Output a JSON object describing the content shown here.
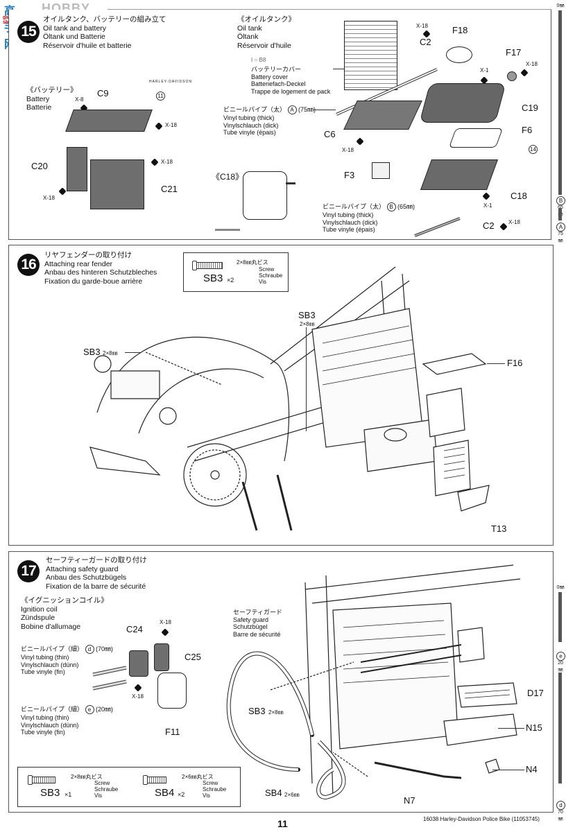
{
  "watermark": {
    "logo_cn": "高手网",
    "text": "HOBBY SEARCH",
    "sub": "gao-shou.com"
  },
  "step15": {
    "number": "15",
    "title_jp": "オイルタンク、バッテリーの組み立て",
    "title_en": "Oil tank and battery",
    "title_de": "Öltank und Batterie",
    "title_fr": "Réservoir d'huile et batterie",
    "battery": {
      "jp": "《バッテリー》",
      "en": "Battery",
      "de": "Batterie"
    },
    "decal_text": "HARLEY-DAVIDSON",
    "decal_no": "11",
    "oil_tank": {
      "jp": "《オイルタンク》",
      "en": "Oil tank",
      "de": "Öltank",
      "fr": "Réservoir d'huile"
    },
    "battery_cover": {
      "tag": "I ○ B8",
      "jp": "バッテリーカバー",
      "en": "Battery cover",
      "de": "Batteriefach-Deckel",
      "fr": "Trappe de logement de pack"
    },
    "tube_a": {
      "jp": "ビニールパイプ（太）",
      "code": "A",
      "len": "(75㎜)",
      "en": "Vinyl tubing (thick)",
      "de": "Vinylschlauch (dick)",
      "fr": "Tube vinyle (épais)"
    },
    "tube_b": {
      "jp": "ビニールパイプ（太）",
      "code": "B",
      "len": "(65㎜)",
      "en": "Vinyl tubing (thick)",
      "de": "Vinylschlauch (dick)",
      "fr": "Tube vinyle (épais)"
    },
    "c18_detail": "《C18》",
    "decal14": "14",
    "parts": {
      "c9": "C9",
      "c20": "C20",
      "c21": "C21",
      "c2a": "C2",
      "c2b": "C2",
      "f18": "F18",
      "f17": "F17",
      "c19": "C19",
      "f6": "F6",
      "c6": "C6",
      "f3": "F3",
      "c18": "C18"
    },
    "screws": {
      "x8": "X-8",
      "x18": "X-18",
      "x1": "X-1"
    }
  },
  "step16": {
    "number": "16",
    "title_jp": "リヤフェンダーの取り付け",
    "title_en": "Attaching rear fender",
    "title_de": "Anbau des hinteren Schutzbleches",
    "title_fr": "Fixation du garde-boue arrière",
    "screwbox": {
      "size_jp": "2×8㎜丸ビス",
      "en": "Screw",
      "de": "Schraube",
      "fr": "Vis",
      "part": "SB3",
      "qty": "×2"
    },
    "callouts": {
      "sb3_left": "SB3",
      "sb3_left_size": "2×8㎜",
      "sb3_top": "SB3",
      "sb3_top_size": "2×8㎜",
      "f16": "F16",
      "t13": "T13"
    }
  },
  "step17": {
    "number": "17",
    "title_jp": "セーフティーガードの取り付け",
    "title_en": "Attaching safety guard",
    "title_de": "Anbau des Schutzbügels",
    "title_fr": "Fixation de la barre de sécurité",
    "ignition": {
      "jp": "《イグニッションコイル》",
      "en": "Ignition coil",
      "de": "Zündspule",
      "fr": "Bobine d'allumage"
    },
    "tube_d": {
      "jp": "ビニールパイプ（細）",
      "code": "d",
      "len": "(70㎜)",
      "en": "Vinyl tubing (thin)",
      "de": "Vinylschlauch (dünn)",
      "fr": "Tube vinyle (fin)"
    },
    "tube_e": {
      "jp": "ビニールパイプ（細）",
      "code": "e",
      "len": "(20㎜)",
      "en": "Vinyl tubing (thin)",
      "de": "Vinylschlauch (dünn)",
      "fr": "Tube vinyle (fin)"
    },
    "guard": {
      "jp": "セーフティガード",
      "en": "Safety guard",
      "de": "Schutzbügel",
      "fr": "Barre de sécurité"
    },
    "parts": {
      "c24": "C24",
      "c25": "C25",
      "f11": "F11",
      "d17": "D17",
      "n15": "N15",
      "n4": "N4",
      "n7": "N7"
    },
    "callouts": {
      "sb3": "SB3",
      "sb3_size": "2×8㎜",
      "sb4": "SB4",
      "sb4_size": "2×6㎜",
      "x18a": "X-18",
      "x18b": "X-18"
    },
    "screwbox": [
      {
        "size_jp": "2×8㎜丸ビス",
        "en": "Screw",
        "de": "Schraube",
        "fr": "Vis",
        "part": "SB3",
        "qty": "×1"
      },
      {
        "size_jp": "2×6㎜丸ビス",
        "en": "Screw",
        "de": "Schraube",
        "fr": "Vis",
        "part": "SB4",
        "qty": "×2"
      }
    ]
  },
  "rulers": {
    "top": {
      "zero": "0㎜",
      "b_code": "B",
      "b_len": "65",
      "a_code": "A",
      "a_len": "75",
      "unit": "㎜"
    },
    "bottom": {
      "zero": "0㎜",
      "e_code": "e",
      "e_len": "20",
      "d_code": "d",
      "d_len": "70",
      "unit": "㎜"
    }
  },
  "footer": {
    "page": "11",
    "product": "16038  Harley-Davidson Police Bike (11053745)"
  }
}
